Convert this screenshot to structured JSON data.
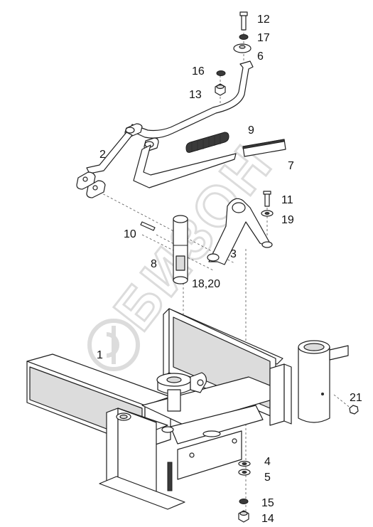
{
  "watermark": {
    "text": "БИЗОН"
  },
  "callouts": [
    {
      "id": "12",
      "label": "12"
    },
    {
      "id": "17",
      "label": "17"
    },
    {
      "id": "6",
      "label": "6"
    },
    {
      "id": "16",
      "label": "16"
    },
    {
      "id": "13",
      "label": "13"
    },
    {
      "id": "9",
      "label": "9"
    },
    {
      "id": "2",
      "label": "2"
    },
    {
      "id": "7",
      "label": "7"
    },
    {
      "id": "11",
      "label": "11"
    },
    {
      "id": "19",
      "label": "19"
    },
    {
      "id": "10",
      "label": "10"
    },
    {
      "id": "3",
      "label": "3"
    },
    {
      "id": "8",
      "label": "8"
    },
    {
      "id": "18-20",
      "label": "18,20"
    },
    {
      "id": "1",
      "label": "1"
    },
    {
      "id": "21",
      "label": "21"
    },
    {
      "id": "4",
      "label": "4"
    },
    {
      "id": "5",
      "label": "5"
    },
    {
      "id": "15",
      "label": "15"
    },
    {
      "id": "14",
      "label": "14"
    }
  ]
}
